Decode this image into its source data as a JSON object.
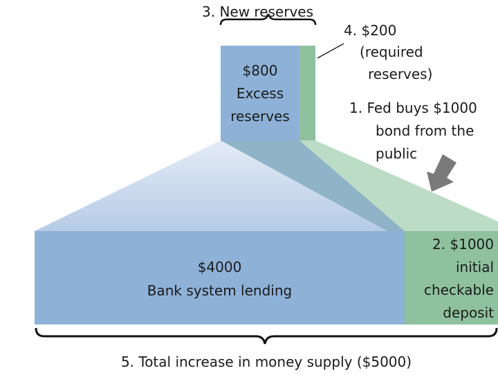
{
  "colors": {
    "blue": "#8eb1d8",
    "green": "#8fc19f",
    "blue_fan": "#c3d5ec",
    "green_fan": "#bcdcc6",
    "arrow": "#7a7a7a"
  },
  "labels": {
    "new_reserves": "3. New reserves",
    "required_value": "4. $200",
    "required_line1": "(required",
    "required_line2": "reserves)",
    "excess_value": "$800",
    "excess_line1": "Excess",
    "excess_line2": "reserves",
    "fed_line1": "1. Fed buys $1000",
    "fed_line2": "bond from the",
    "fed_line3": "public",
    "lending_value": "$4000",
    "lending_label": "Bank system lending",
    "deposit_line1": "2. $1000",
    "deposit_line2": "initial",
    "deposit_line3": "checkable",
    "deposit_line4": "deposit",
    "total": "5. Total increase in money supply ($5000)"
  }
}
